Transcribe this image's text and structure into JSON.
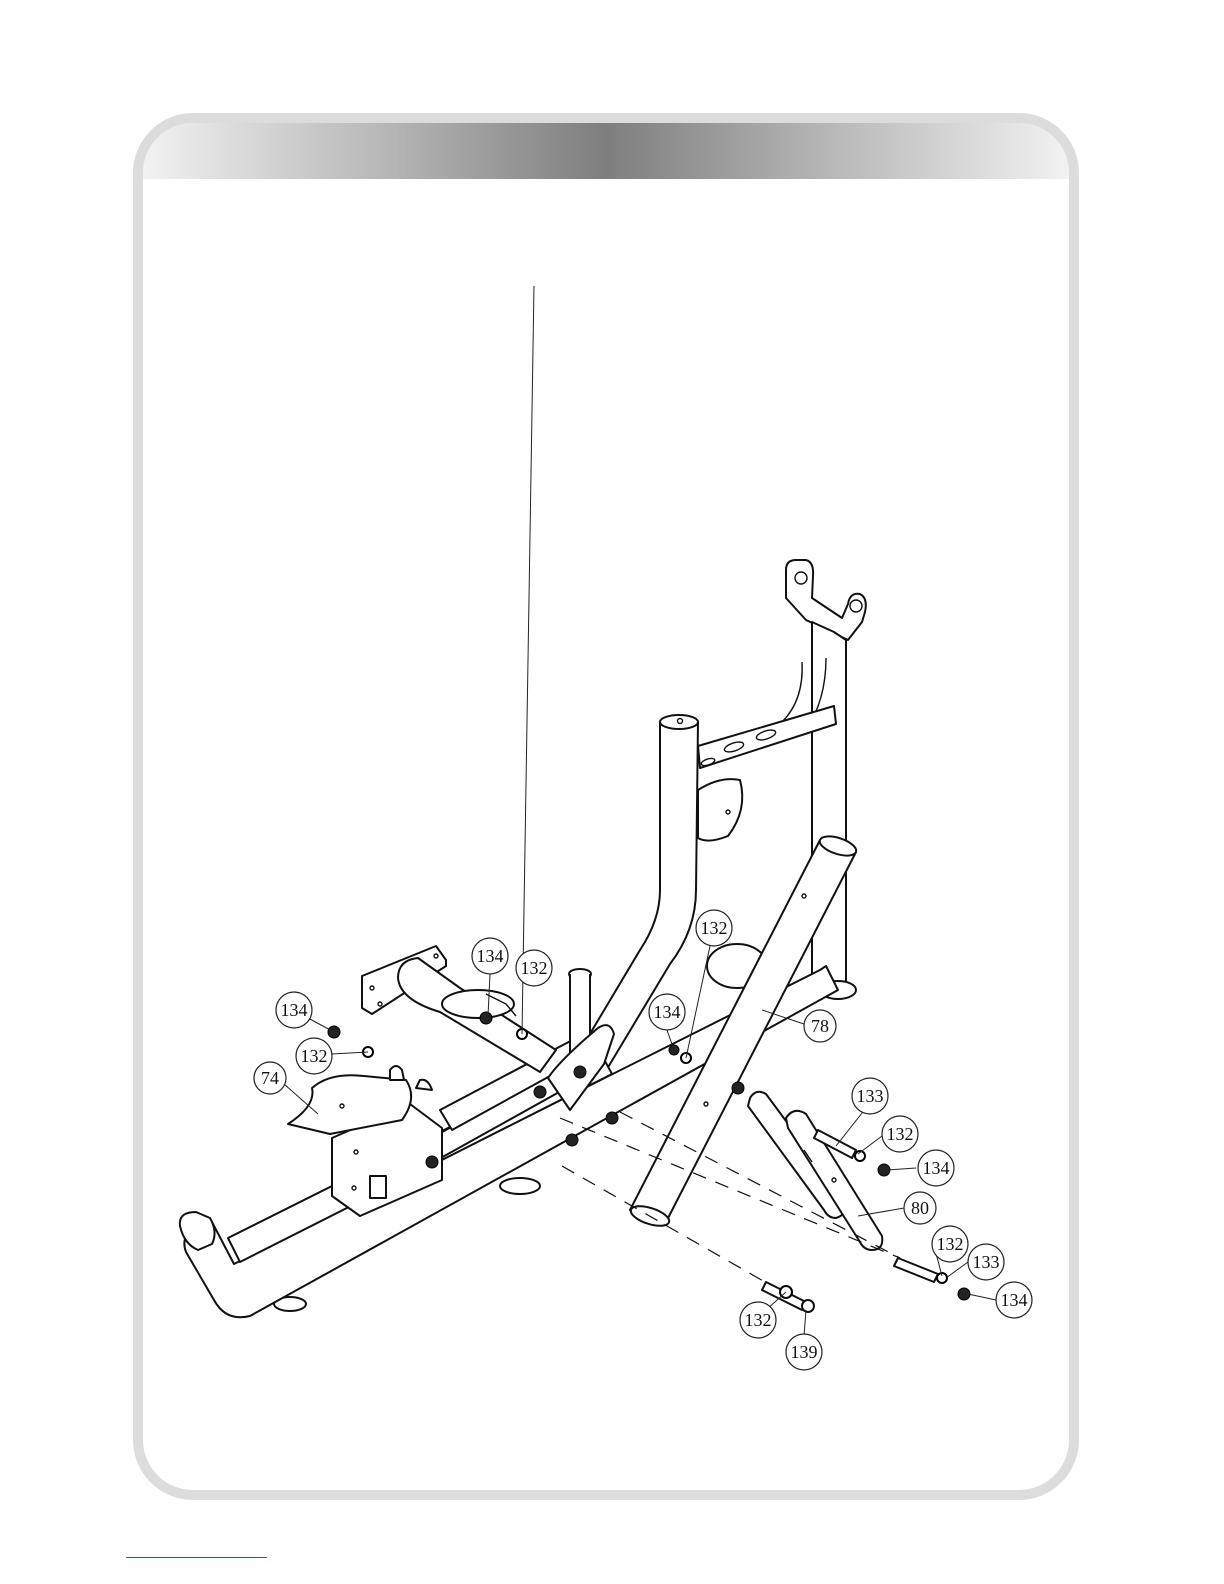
{
  "diagram": {
    "callouts": [
      {
        "id": "c-134-a",
        "label": "134"
      },
      {
        "id": "c-132-a",
        "label": "132"
      },
      {
        "id": "c-74",
        "label": "74"
      },
      {
        "id": "c-134-b",
        "label": "134"
      },
      {
        "id": "c-132-b",
        "label": "132"
      },
      {
        "id": "c-132-c",
        "label": "132"
      },
      {
        "id": "c-134-c",
        "label": "134"
      },
      {
        "id": "c-78",
        "label": "78"
      },
      {
        "id": "c-133-a",
        "label": "133"
      },
      {
        "id": "c-132-d",
        "label": "132"
      },
      {
        "id": "c-134-d",
        "label": "134"
      },
      {
        "id": "c-80",
        "label": "80"
      },
      {
        "id": "c-132-e",
        "label": "132"
      },
      {
        "id": "c-133-b",
        "label": "133"
      },
      {
        "id": "c-134-e",
        "label": "134"
      },
      {
        "id": "c-132-f",
        "label": "132"
      },
      {
        "id": "c-139",
        "label": "139"
      }
    ]
  }
}
